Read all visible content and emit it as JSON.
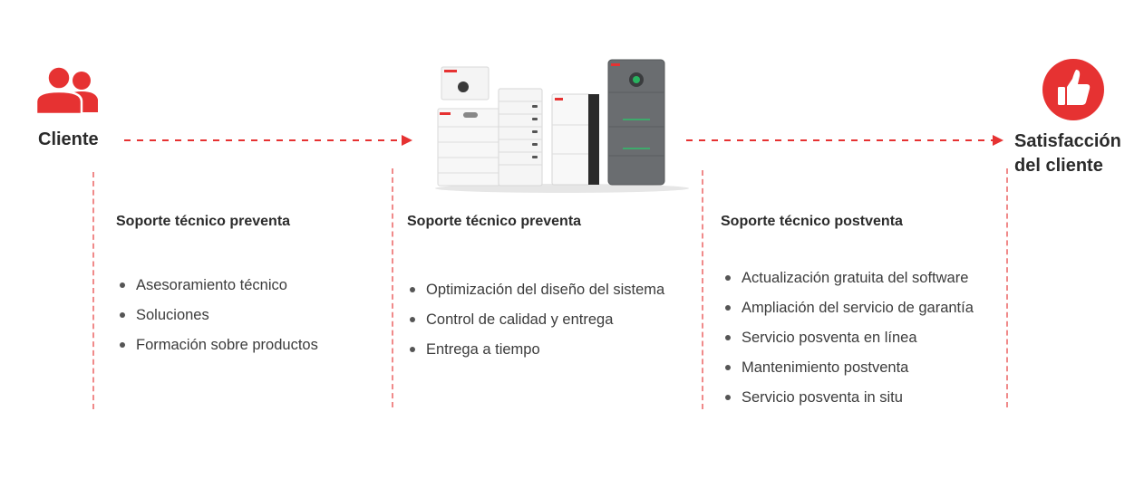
{
  "flow": {
    "start_label": "Cliente",
    "end_label_line1": "Satisfacción",
    "end_label_line2": "del cliente"
  },
  "columns": [
    {
      "heading": "Soporte técnico preventa",
      "items": [
        "Asesoramiento técnico",
        "Soluciones",
        "Formación sobre productos"
      ]
    },
    {
      "heading": "Soporte técnico preventa",
      "items": [
        "Optimización del diseño del sistema",
        "Control de calidad y entrega",
        "Entrega a tiempo"
      ]
    },
    {
      "heading": "Soporte técnico postventa",
      "items": [
        "Actualización gratuita del software",
        "Ampliación del servicio de garantía",
        "Servicio posventa en línea",
        "Mantenimiento postventa",
        "Servicio posventa in situ"
      ]
    }
  ],
  "colors": {
    "accent_red": "#e63232",
    "divider_red": "#f08a8a",
    "heading_text": "#2b2b2b",
    "body_text": "#3c3c3c"
  },
  "icons": {
    "start": "users-icon",
    "end": "thumbs-up-icon"
  }
}
